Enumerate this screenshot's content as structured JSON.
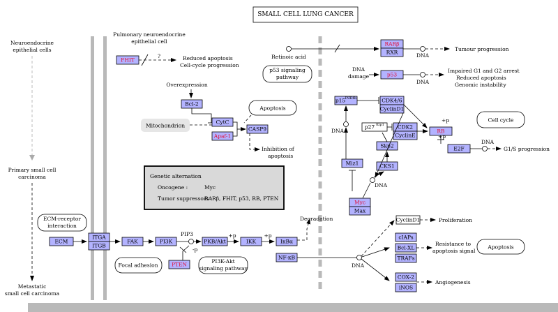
{
  "title": "SMALL CELL LUNG CANCER",
  "left_labels": {
    "neuro": [
      "Neuroendocrine",
      "epithelial cells"
    ],
    "primary": [
      "Primary small cell",
      "carcinoma"
    ],
    "metastatic": [
      "Metastatic",
      "small cell carcinoma"
    ]
  },
  "pulmonary": [
    "Pulmonary neuroendocrine",
    "epithelial cell"
  ],
  "genes": {
    "fhit": "FHIT",
    "bcl2": "Bcl-2",
    "cytc": "CytC",
    "apaf1": "Apaf-1",
    "casp9": "CASP9",
    "ecm": "ECM",
    "itga": "ITGA",
    "itgb": "ITGB",
    "fak": "FAK",
    "pi3k": "PI3K",
    "pkb": "PKB/Akt",
    "ikk": "IKK",
    "ikba": "IκBα",
    "nfkb": "NF-κB",
    "pten": "PTEN",
    "rarb": "RARβ",
    "rxr": "RXR",
    "p53": "p53",
    "cdk46": "CDK4/6",
    "cyclind1": "CyclinD1",
    "p15": "p15",
    "p15sup": "INK4b",
    "p27": "p27",
    "p27sup": "Kip1",
    "cdk2": "CDK2",
    "cycline": "CyclinE",
    "rb": "RB",
    "e2f": "E2F",
    "skp2": "Skp2",
    "cks1": "CKS1",
    "miz1": "Miz1",
    "myc": "Myc",
    "max": "Max",
    "cyclind1b": "CyclinD1",
    "ciaps": "cIAPs",
    "bclxl": "Bcl-XL",
    "trafs": "TRAFs",
    "cox2": "COX-2",
    "inos": "iNOS"
  },
  "text": {
    "reduced_apoptosis": "Reduced apoptosis",
    "cell_cycle_progression": "Cell-cycle progression",
    "overexpression": "Overexpression",
    "inhibition1": "Inhibition of",
    "inhibition2": "apoptosis",
    "retinoic": "Retinoic acid",
    "dna": "DNA",
    "tumour": "Tumour progression",
    "dna_damage1": "DNA",
    "dna_damage2": "damage",
    "impaired": "Impaired G1 and G2 arrest",
    "reduced_ap2": "Reduced apoptosis",
    "genomic": "Genomic instability",
    "g1s": "G1/S progression",
    "p_plus": "+p",
    "p_minus": "-p",
    "pip3": "PIP3",
    "degradation": "Degradation",
    "proliferation": "Proliferation",
    "resistance1": "Resistance to",
    "resistance2": "apoptosis signal",
    "angiogenesis": "Angiogenesis"
  },
  "genetic": {
    "heading": "Genetic alternation",
    "oncogene_label": "Oncogene :",
    "oncogene_value": "Myc",
    "suppressor_label": "Tumor suppressors :",
    "suppressor_value": "RARβ, FHIT, p53, RB, PTEN"
  },
  "pathways": {
    "p53": [
      "p53 signaling",
      "pathway"
    ],
    "apoptosis": "Apoptosis",
    "mitochondrion": "Mitochondrion",
    "ecm_receptor": [
      "ECM-receptor",
      "interaction"
    ],
    "focal": "Focal adhesion",
    "pi3k_akt": [
      "PI3K-Akt",
      "signaling pathway"
    ],
    "cell_cycle": "Cell cycle",
    "apoptosis2": "Apoptosis"
  },
  "colors": {
    "gene_fill": "#b3b3ff",
    "red_text": "#e0103a",
    "bar": "#b9b9b9"
  }
}
